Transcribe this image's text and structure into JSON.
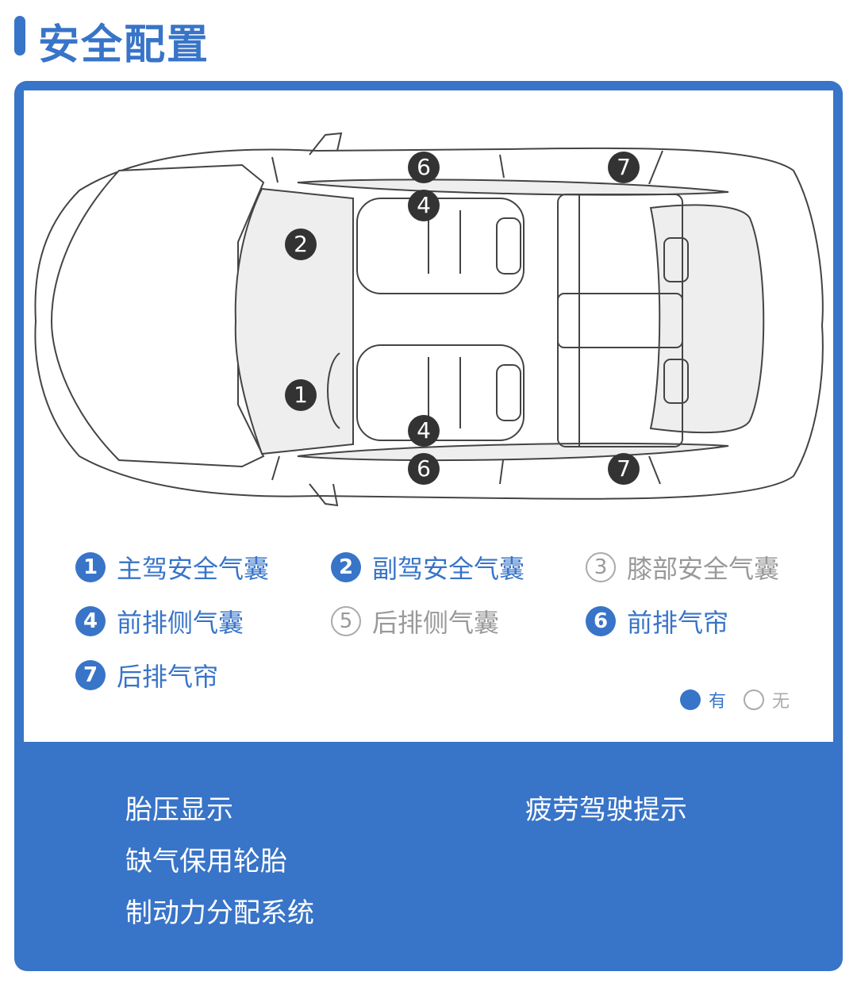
{
  "header": {
    "title": "安全配置"
  },
  "diagram": {
    "markers": [
      "6",
      "7",
      "4",
      "2",
      "1",
      "4",
      "6",
      "7"
    ]
  },
  "legend": [
    {
      "num": "1",
      "label": "主驾安全气囊",
      "present": true
    },
    {
      "num": "2",
      "label": "副驾安全气囊",
      "present": true
    },
    {
      "num": "3",
      "label": "膝部安全气囊",
      "present": false
    },
    {
      "num": "4",
      "label": "前排侧气囊",
      "present": true
    },
    {
      "num": "5",
      "label": "后排侧气囊",
      "present": false
    },
    {
      "num": "6",
      "label": "前排气帘",
      "present": true
    },
    {
      "num": "7",
      "label": "后排气帘",
      "present": true
    }
  ],
  "key": {
    "yes": "有",
    "no": "无"
  },
  "features": [
    "胎压显示",
    "疲劳驾驶提示",
    "缺气保用轮胎",
    "制动力分配系统"
  ],
  "colors": {
    "accent": "#3874c8",
    "absent": "#999999",
    "marker": "#333333"
  }
}
